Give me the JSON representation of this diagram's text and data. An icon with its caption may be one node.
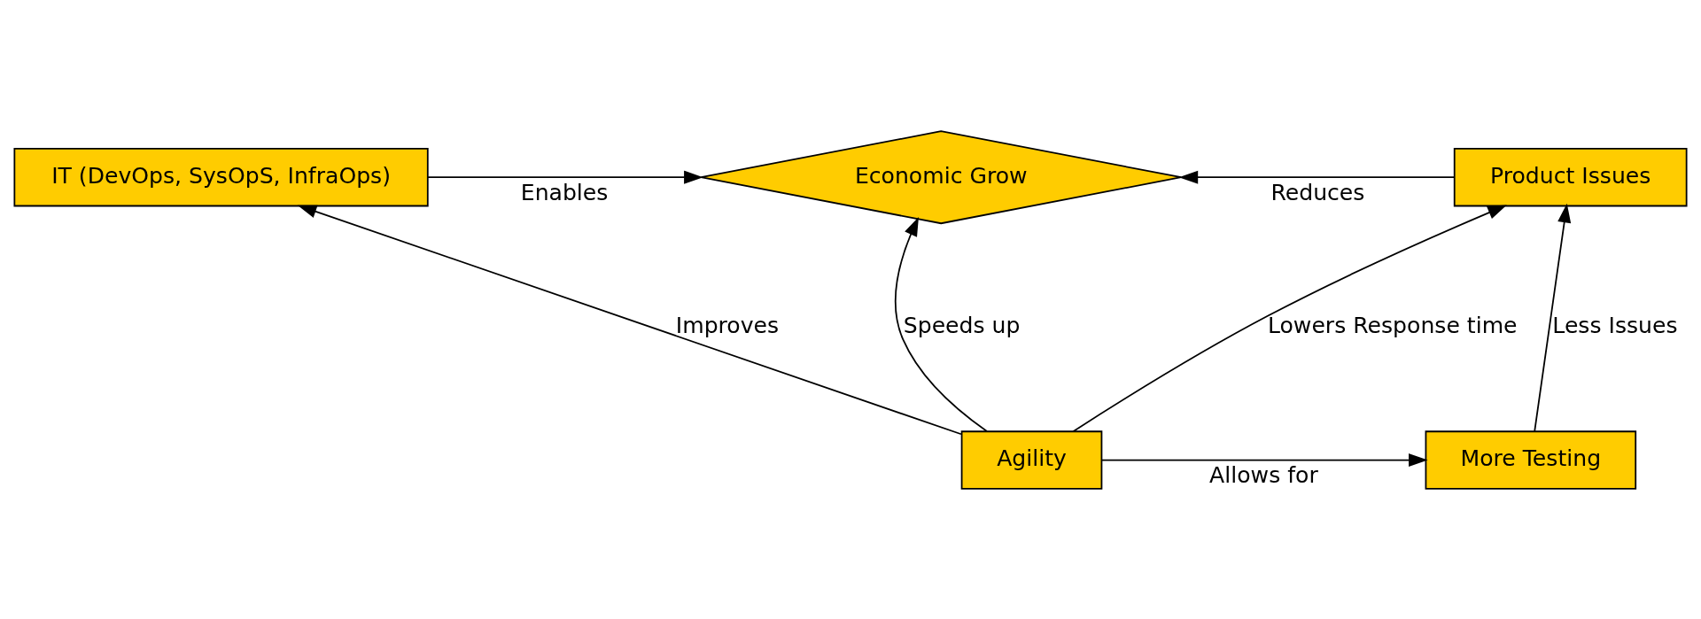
{
  "diagram": {
    "nodes": [
      {
        "text": [
          "IT (DevOps, SysOpS, InfraOps)"
        ]
      },
      {
        "text": [
          "Economic Grow"
        ]
      },
      {
        "text": [
          "Product Issues"
        ]
      },
      {
        "text": [
          "Agility"
        ]
      },
      {
        "text": [
          "More Testing"
        ]
      }
    ],
    "edges": [
      {
        "from": 0,
        "to": 1,
        "arrow": "to",
        "label": "Enables"
      },
      {
        "from": 2,
        "to": 1,
        "arrow": "to",
        "label": "Reduces"
      },
      {
        "from": 3,
        "to": 0,
        "arrow": "to",
        "label": "Improves"
      },
      {
        "from": 3,
        "to": 1,
        "arrow": "to",
        "label": "Speeds up"
      },
      {
        "from": 3,
        "to": 2,
        "arrow": "to",
        "label": "Lowers Response time"
      },
      {
        "from": 4,
        "to": 2,
        "arrow": "to",
        "label": "Less Issues"
      },
      {
        "from": 3,
        "to": 4,
        "arrow": "to",
        "label": "Allows for"
      }
    ]
  }
}
